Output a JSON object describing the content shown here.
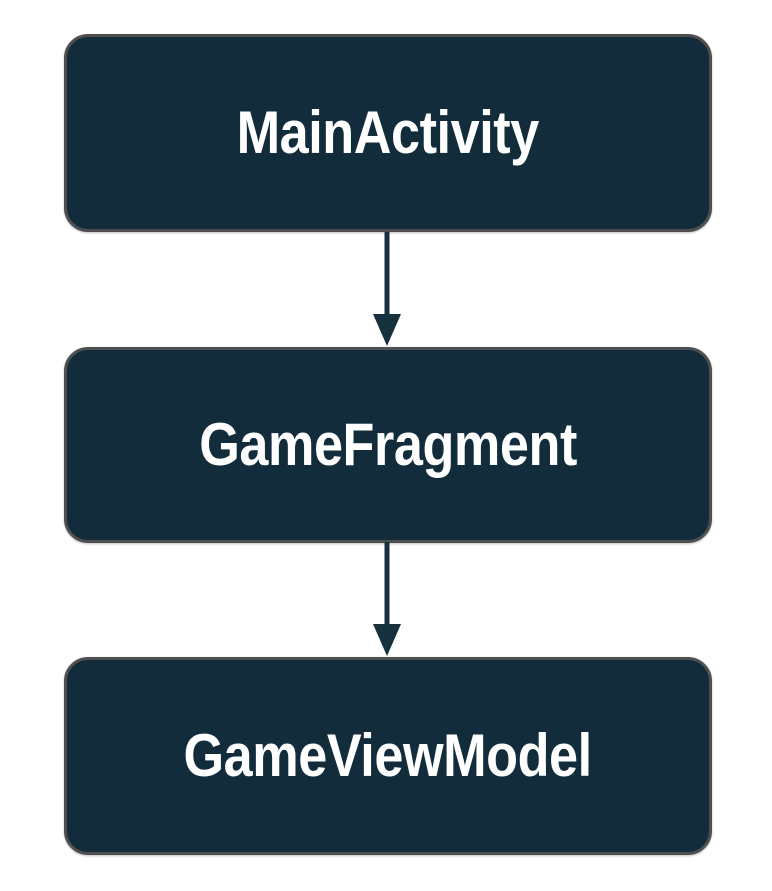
{
  "page": {
    "background": "#ffffff"
  },
  "diagram": {
    "type": "flowchart",
    "direction": "top-down",
    "nodes": [
      {
        "id": "main-activity",
        "label": "MainActivity"
      },
      {
        "id": "game-fragment",
        "label": "GameFragment"
      },
      {
        "id": "game-view-model",
        "label": "GameViewModel"
      }
    ],
    "edges": [
      {
        "from": "MainActivity",
        "to": "GameFragment",
        "style": "solid-arrow-down"
      },
      {
        "from": "GameFragment",
        "to": "GameViewModel",
        "style": "solid-arrow-down"
      }
    ],
    "colors": {
      "node_fill": "#122c3b",
      "node_border": "#4f4f4f",
      "arrow": "#16303e",
      "label_text": "#ffffff",
      "background": "#ffffff"
    }
  }
}
